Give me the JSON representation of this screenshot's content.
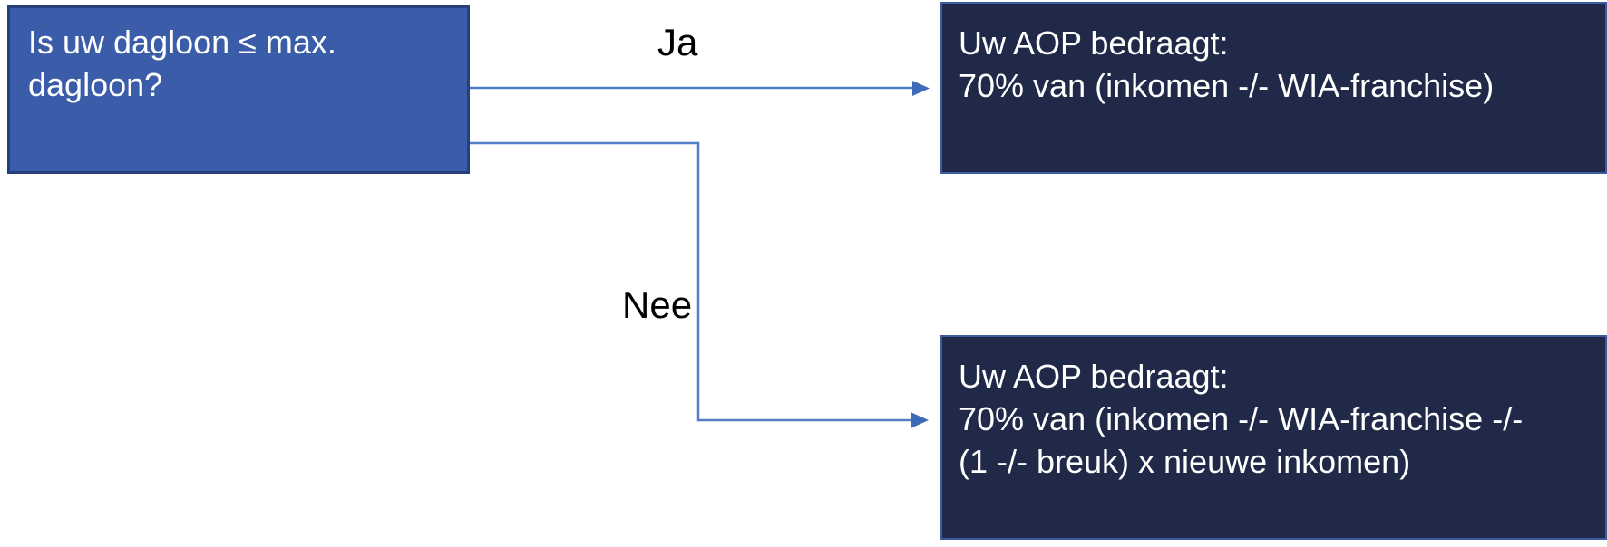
{
  "diagram": {
    "decision_box": {
      "line1": "Is uw dagloon ≤ max.",
      "line2": "dagloon?"
    },
    "yes_branch": {
      "label": "Ja"
    },
    "no_branch": {
      "label": "Nee"
    },
    "outcome_yes_box": {
      "line1": "Uw AOP bedraagt:",
      "line2": "70% van (inkomen -/- WIA-franchise)"
    },
    "outcome_no_box": {
      "line1": "Uw AOP bedraagt:",
      "line2": "70% van (inkomen -/- WIA-franchise -/-",
      "line3": "(1 -/- breuk) x nieuwe inkomen)"
    },
    "colors": {
      "decision_fill": "#3B5CA8",
      "decision_border": "#26407C",
      "outcome_fill": "#202A48",
      "outcome_border": "#3D5C9F",
      "connector": "#527EC8",
      "arrowhead": "#3E6BB8",
      "label_text": "#000000",
      "box_text": "#FFFFFF",
      "background": "#FFFFFF"
    }
  }
}
